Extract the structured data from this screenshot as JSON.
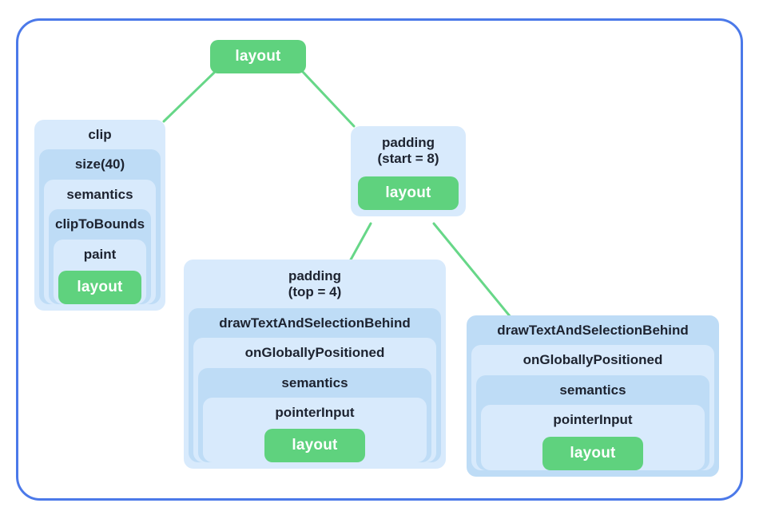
{
  "colors": {
    "frame_border": "#4b79e9",
    "node_green": "#5fd27e",
    "edge_green": "#67d788",
    "box_light": "#d8eafc",
    "box_dark": "#bedcf6",
    "label_text": "#1d2330",
    "leaf_text": "#ffffff"
  },
  "tree": {
    "root": {
      "label": "layout"
    },
    "clip": {
      "label": "clip",
      "levels": [
        "size(40)",
        "semantics",
        "clipToBounds",
        "paint"
      ],
      "leaf": "layout"
    },
    "padding_start": {
      "label": "padding",
      "sublabel": "(start = 8)",
      "leaf": "layout"
    },
    "padding_top": {
      "label": "padding",
      "sublabel": "(top = 4)",
      "levels": [
        "drawTextAndSelectionBehind",
        "onGloballyPositioned",
        "semantics",
        "pointerInput"
      ],
      "leaf": "layout"
    },
    "draw_text": {
      "label": "drawTextAndSelectionBehind",
      "levels": [
        "onGloballyPositioned",
        "semantics",
        "pointerInput"
      ],
      "leaf": "layout"
    }
  }
}
